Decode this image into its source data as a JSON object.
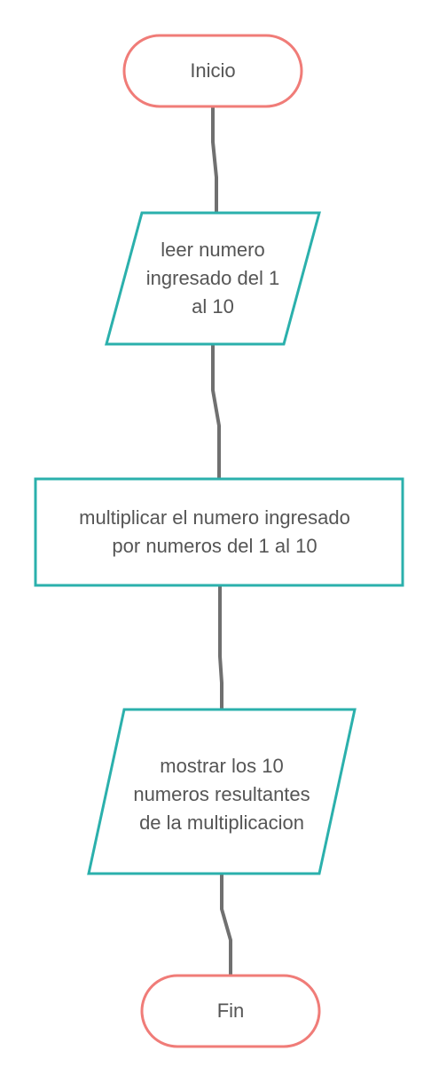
{
  "colors": {
    "terminal_border": "#F07C78",
    "process_border": "#2BB0AC",
    "connector": "#707070",
    "text": "#555555",
    "background": "#FFFFFF"
  },
  "nodes": {
    "start": {
      "shape": "terminal",
      "lines": [
        "Inicio"
      ]
    },
    "input": {
      "shape": "parallelogram",
      "lines": [
        "leer numero",
        "ingresado del 1",
        "al 10"
      ]
    },
    "process": {
      "shape": "rectangle",
      "lines": [
        "multiplicar el numero ingresado",
        "por numeros del 1 al 10"
      ]
    },
    "output": {
      "shape": "parallelogram",
      "lines": [
        "mostrar los 10",
        "numeros resultantes",
        "de la multiplicacion"
      ]
    },
    "end": {
      "shape": "terminal",
      "lines": [
        "Fin"
      ]
    }
  },
  "edges": [
    {
      "from": "start",
      "to": "input"
    },
    {
      "from": "input",
      "to": "process"
    },
    {
      "from": "process",
      "to": "output"
    },
    {
      "from": "output",
      "to": "end"
    }
  ]
}
